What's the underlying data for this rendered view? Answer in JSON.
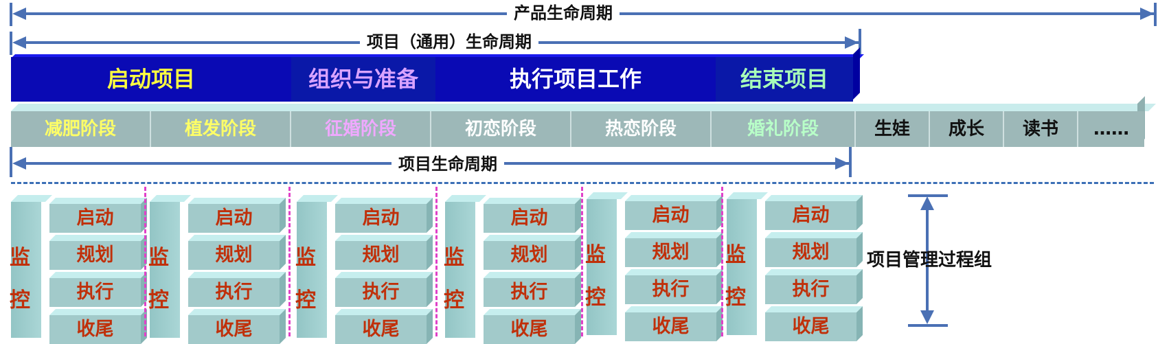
{
  "spans": {
    "product": "产品生命周期",
    "project_generic": "项目（通用）生命周期",
    "project": "项目生命周期"
  },
  "phases": [
    {
      "label": "启动项目",
      "color": "#ffff40"
    },
    {
      "label": "组织与准备",
      "color": "#d9a3ff"
    },
    {
      "label": "执行项目工作",
      "color": "#ffffff"
    },
    {
      "label": "结束项目",
      "color": "#a8ffb8"
    }
  ],
  "stages": [
    {
      "label": "减肥阶段",
      "color": "#ffff66"
    },
    {
      "label": "植发阶段",
      "color": "#ffff66"
    },
    {
      "label": "征婚阶段",
      "color": "#f0a8ff"
    },
    {
      "label": "初恋阶段",
      "color": "#ffffff"
    },
    {
      "label": "热恋阶段",
      "color": "#ffffff"
    },
    {
      "label": "婚礼阶段",
      "color": "#b8ffc8"
    },
    {
      "label": "生娃",
      "color": "#111111"
    },
    {
      "label": "成长",
      "color": "#111111"
    },
    {
      "label": "读书",
      "color": "#111111"
    },
    {
      "label": "……",
      "color": "#111111"
    }
  ],
  "process_group": {
    "monitor_chars": [
      "监",
      "控"
    ],
    "processes": [
      "启动",
      "规划",
      "执行",
      "收尾"
    ],
    "label": "项目管理过程组"
  }
}
